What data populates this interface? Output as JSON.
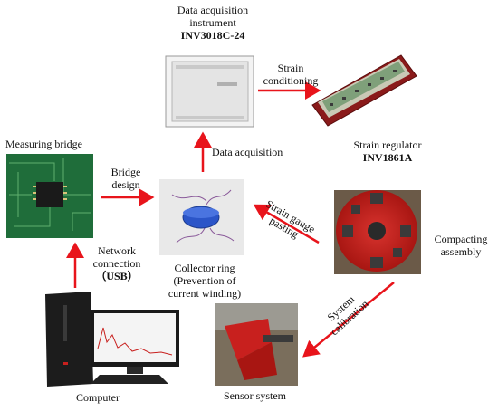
{
  "nodes": {
    "daq": {
      "line1": "Data acquisition",
      "line2": "instrument",
      "model": "INV3018C-24"
    },
    "strain_regulator": {
      "title": "Strain regulator",
      "model": "INV1861A"
    },
    "measuring_bridge": {
      "title": "Measuring bridge"
    },
    "collector_ring": {
      "line1": "Collector ring",
      "line2": "(Prevention of",
      "line3": "current winding)"
    },
    "compacting_assembly": {
      "line1": "Compacting",
      "line2": "assembly"
    },
    "computer": {
      "title": "Computer"
    },
    "sensor_system": {
      "title": "Sensor system"
    }
  },
  "edges": {
    "strain_conditioning": {
      "line1": "Strain",
      "line2": "conditioning"
    },
    "data_acquisition": {
      "label": "Data acquisition"
    },
    "bridge_design": {
      "line1": "Bridge",
      "line2": "design"
    },
    "strain_gauge_pasting": {
      "line1": "Strain gauge",
      "line2": "pasting"
    },
    "network_connection": {
      "line1": "Network",
      "line2": "connection",
      "line3": "（USB）"
    },
    "system_calibration": {
      "line1": "System",
      "line2": "calibration"
    }
  },
  "colors": {
    "arrow": "#e8141b",
    "wheel": "#c8201e",
    "pcb": "#1f6d3a",
    "ring": "#2b55c8"
  }
}
